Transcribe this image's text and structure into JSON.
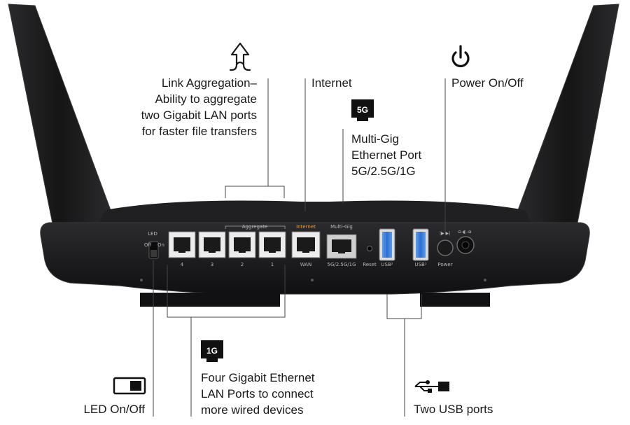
{
  "callouts": {
    "link_aggregation": [
      "Link Aggregation–",
      "Ability to aggregate",
      "two Gigabit LAN ports",
      "for faster file transfers"
    ],
    "internet": "Internet",
    "multi_gig": [
      "Multi-Gig",
      "Ethernet Port",
      "5G/2.5G/1G"
    ],
    "power": "Power On/Off",
    "lan_ports": [
      "Four Gigabit Ethernet",
      "LAN Ports to connect",
      "more wired devices"
    ],
    "led": "LED On/Off",
    "usb": "Two USB ports"
  },
  "icons": {
    "five_g_badge": "5G",
    "one_g_badge": "1G"
  },
  "panel": {
    "led_label": "LED",
    "led_off": "Off",
    "led_on": "On",
    "aggregate": "Aggregate",
    "internet": "Internet",
    "multi_gig": "Multi-Gig",
    "port_numbers": [
      "4",
      "3",
      "2",
      "1"
    ],
    "wan": "WAN",
    "speed": "5G/2.5G/1G",
    "reset": "Reset",
    "usb2": "USB²",
    "usb1": "USB¹",
    "power": "Power"
  },
  "colors": {
    "router_body": "#1c1c1e",
    "accent_internet": "#e6a03a",
    "usb_blue": "#2f6fd0"
  }
}
